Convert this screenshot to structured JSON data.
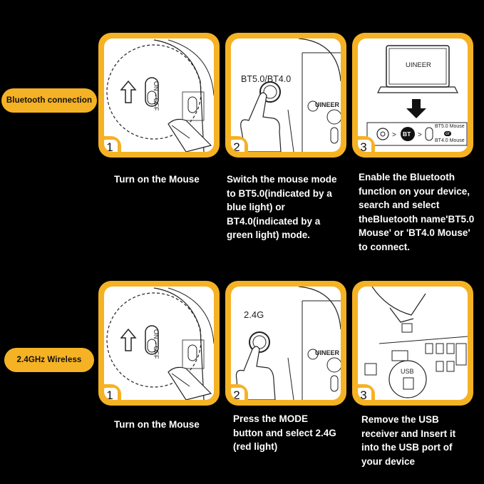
{
  "section1": {
    "label": "Bluetooth connection",
    "panels": [
      {
        "number": "1",
        "switch_text": "ON – OFF",
        "caption": "Turn on the Mouse"
      },
      {
        "number": "2",
        "mode_text": "BT5.0/BT4.0",
        "brand": "UINEER",
        "caption": "Switch the mouse mode\nto BT5.0(indicated by a\nblue light) or\nBT4.0(indicated by a\ngreen light) mode."
      },
      {
        "number": "3",
        "laptop_text": "UINEER",
        "bt_text": "BT",
        "mouse_name_1": "BT5.0 Mouse",
        "or_text": "or",
        "mouse_name_2": "BT4.0 Mouse",
        "caption": "Enable the Bluetooth\nfunction on your device,\nsearch and select\ntheBluetooth name'BT5.0\nMouse' or 'BT4.0 Mouse'\nto connect."
      }
    ]
  },
  "section2": {
    "label": "2.4GHz Wireless",
    "panels": [
      {
        "number": "1",
        "switch_text": "ON – OFF",
        "caption": "Turn on the Mouse"
      },
      {
        "number": "2",
        "mode_text": "2.4G",
        "brand": "UINEER",
        "caption": "Press the MODE\nbutton and select 2.4G\n(red light)"
      },
      {
        "number": "3",
        "usb_text": "USB",
        "caption": "Remove the USB\nreceiver and Insert it\ninto the USB port of\nyour device"
      }
    ]
  }
}
